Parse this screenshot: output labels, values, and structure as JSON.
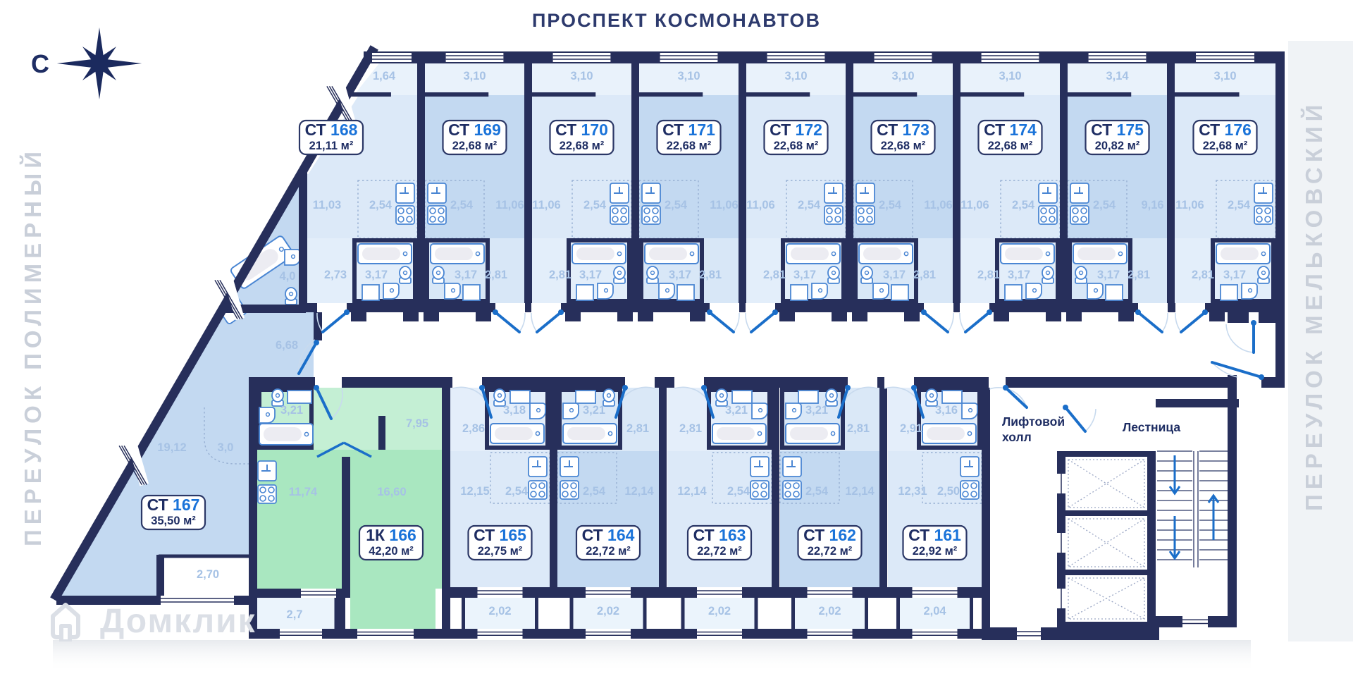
{
  "title": "ПРОСПЕКТ КОСМОНАВТОВ",
  "compass": {
    "label": "С"
  },
  "streets": {
    "left": "ПЕРЕУЛОК ПОЛИМЕРНЫЙ",
    "right": "ПЕРЕУЛОК МЕЛЬКОВСКИЙ"
  },
  "watermark": {
    "text": "Домклик"
  },
  "places": {
    "lift_hall": [
      "Лифтовой",
      "холл"
    ],
    "stairs": "Лестница"
  },
  "colors": {
    "wall": "#272f5b",
    "fill_a": "#dce9f8",
    "fill_b": "#c3d9f1",
    "strip": "#e9f2fb",
    "green": "#a9e7c0",
    "green_light": "#c4efd4",
    "balcony": "#ebf4fc",
    "dim_text": "#a6c2e5",
    "label_navy": "#1e2d63",
    "label_blue": "#1a73d9",
    "door": "#1a6ec9",
    "fixture": "#4a86d3",
    "arc": "#c8daee"
  },
  "top_units": [
    {
      "type": "СТ",
      "num": "168",
      "area": "21,11 м²",
      "top_dim": "1,64",
      "room": "11,03",
      "kitchen": "2,54",
      "hall": "2,73",
      "bath": "3,17"
    },
    {
      "type": "СТ",
      "num": "169",
      "area": "22,68 м²",
      "top_dim": "3,10",
      "room": "11,06",
      "kitchen": "2,54",
      "hall": "2,81",
      "bath": "3,17"
    },
    {
      "type": "СТ",
      "num": "170",
      "area": "22,68 м²",
      "top_dim": "3,10",
      "room": "11,06",
      "kitchen": "2,54",
      "hall": "2,81",
      "bath": "3,17"
    },
    {
      "type": "СТ",
      "num": "171",
      "area": "22,68 м²",
      "top_dim": "3,10",
      "room": "11,06",
      "kitchen": "2,54",
      "hall": "2,81",
      "bath": "3,17"
    },
    {
      "type": "СТ",
      "num": "172",
      "area": "22,68 м²",
      "top_dim": "3,10",
      "room": "11,06",
      "kitchen": "2,54",
      "hall": "2,81",
      "bath": "3,17"
    },
    {
      "type": "СТ",
      "num": "173",
      "area": "22,68 м²",
      "top_dim": "3,10",
      "room": "11,06",
      "kitchen": "2,54",
      "hall": "2,81",
      "bath": "3,17"
    },
    {
      "type": "СТ",
      "num": "174",
      "area": "22,68 м²",
      "top_dim": "3,10",
      "room": "11,06",
      "kitchen": "2,54",
      "hall": "2,81",
      "bath": "3,17"
    },
    {
      "type": "СТ",
      "num": "175",
      "area": "20,82 м²",
      "top_dim": "3,14",
      "room": "9,16",
      "kitchen": "2,54",
      "hall": "2,81",
      "bath": "3,17"
    },
    {
      "type": "СТ",
      "num": "176",
      "area": "22,68 м²",
      "top_dim": "3,10",
      "room": "11,06",
      "kitchen": "2,54",
      "hall": "2,81",
      "bath": "3,17"
    }
  ],
  "bottom_units": [
    {
      "type": "СТ",
      "num": "165",
      "area": "22,75 м²",
      "room": "12,15",
      "kitchen": "2,54",
      "hall": "2,86",
      "bath": "3,18",
      "balcony": "2,02"
    },
    {
      "type": "СТ",
      "num": "164",
      "area": "22,72 м²",
      "room": "12,14",
      "kitchen": "2,54",
      "hall": "2,81",
      "bath": "3,21",
      "balcony": "2,02"
    },
    {
      "type": "СТ",
      "num": "163",
      "area": "22,72 м²",
      "room": "12,14",
      "kitchen": "2,54",
      "hall": "2,81",
      "bath": "3,21",
      "balcony": "2,02"
    },
    {
      "type": "СТ",
      "num": "162",
      "area": "22,72 м²",
      "room": "12,14",
      "kitchen": "2,54",
      "hall": "2,81",
      "bath": "3,21",
      "balcony": "2,02"
    },
    {
      "type": "СТ",
      "num": "161",
      "area": "22,92 м²",
      "room": "12,31",
      "kitchen": "2,50",
      "hall": "2,91",
      "bath": "3,16",
      "balcony": "2,04"
    }
  ],
  "green_unit": {
    "type": "1К",
    "num": "166",
    "area": "42,20 м²",
    "bath": "3,21",
    "hall": "7,95",
    "room_left": "11,74",
    "room_right": "16,60",
    "balcony": "2,7"
  },
  "unit_167": {
    "type": "СТ",
    "num": "167",
    "area": "35,50 м²",
    "bath": "4,0",
    "hall": "6,68",
    "room": "19,12",
    "niche": "3,0",
    "loggia": "2,70"
  }
}
